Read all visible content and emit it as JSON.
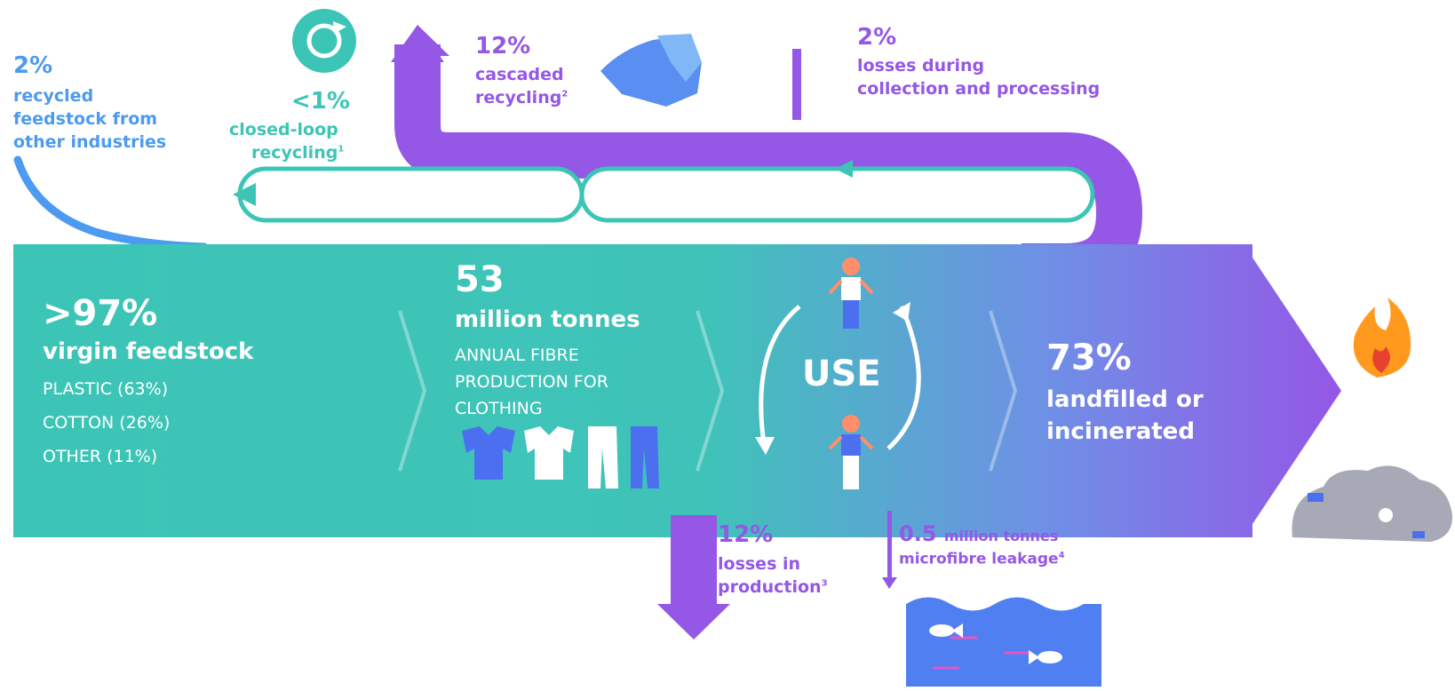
{
  "recycled_feedstock": {
    "value": "2%",
    "line1": "recycled",
    "line2": "feedstock from",
    "line3": "other industries"
  },
  "closed_loop": {
    "value": "<1%",
    "line1": "closed-loop",
    "line2": "recycling",
    "footnote": "1"
  },
  "cascaded": {
    "value": "12%",
    "line1": "cascaded",
    "line2": "recycling",
    "footnote": "2"
  },
  "collection_losses": {
    "value": "2%",
    "line1": "losses during",
    "line2": "collection and processing"
  },
  "virgin": {
    "value": ">97%",
    "label": "virgin feedstock",
    "items": [
      "PLASTIC (63%)",
      "COTTON (26%)",
      "OTHER (11%)"
    ]
  },
  "production": {
    "value": "53",
    "unit": "million tonnes",
    "line1": "ANNUAL FIBRE",
    "line2": "PRODUCTION FOR",
    "line3": "CLOTHING"
  },
  "use": {
    "label": "USE"
  },
  "landfill": {
    "value": "73%",
    "line1": "landfilled or",
    "line2": "incinerated"
  },
  "production_losses": {
    "value": "12%",
    "line1": "losses in",
    "line2": "production",
    "footnote": "3"
  },
  "microfibre": {
    "value": "0.5",
    "unit": "million tonnes",
    "line2": "microfibre leakage",
    "footnote": "4"
  },
  "colors": {
    "teal": "#3cc5b6",
    "purple": "#9457e6",
    "blue": "#4c9bf0",
    "ocean": "#4f7ff0",
    "grey": "#a7aab6",
    "flame": "#ff9a1e"
  },
  "icons": [
    "recycle-icon",
    "torn-fabric-icon",
    "tshirt-icon",
    "pants-icon",
    "person-icon",
    "fire-icon",
    "landfill-icon",
    "fish-icon",
    "ocean-icon"
  ]
}
